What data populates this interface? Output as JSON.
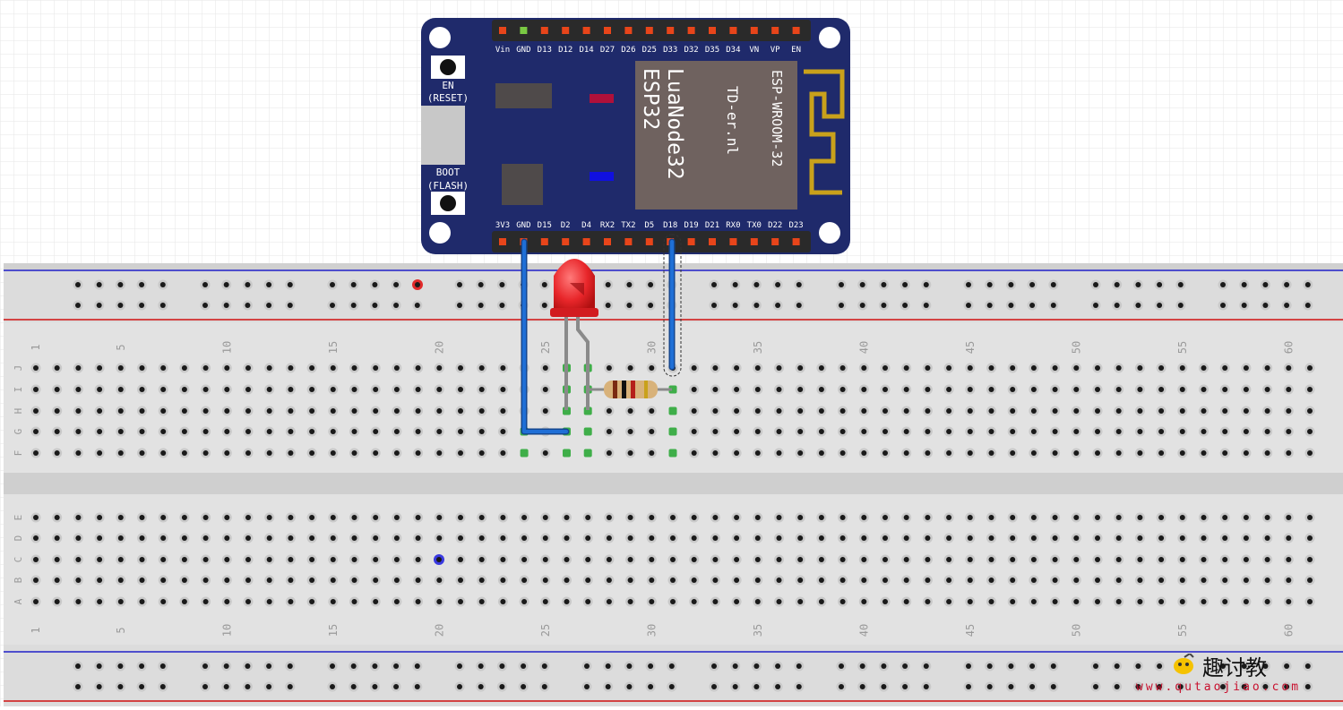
{
  "board": {
    "top_pins": [
      "Vin",
      "GND",
      "D13",
      "D12",
      "D14",
      "D27",
      "D26",
      "D25",
      "D33",
      "D32",
      "D35",
      "D34",
      "VN",
      "VP",
      "EN"
    ],
    "bottom_pins": [
      "3V3",
      "GND",
      "D15",
      "D2",
      "D4",
      "RX2",
      "TX2",
      "D5",
      "D18",
      "D19",
      "D21",
      "RX0",
      "TX0",
      "D22",
      "D23"
    ],
    "en_label": "EN",
    "reset_label": "(RESET)",
    "boot_label": "BOOT",
    "flash_label": "(FLASH)",
    "chip_line1": "LuaNode32",
    "chip_line2": "ESP32",
    "chip_line3": "TD-er.nl",
    "chip_line4": "ESP-WROOM-32",
    "color": "#1f2a6b",
    "shield_color": "#6f625f"
  },
  "breadboard": {
    "column_numbers": [
      "1",
      "5",
      "10",
      "15",
      "20",
      "25",
      "30",
      "35",
      "40",
      "45",
      "50",
      "55",
      "60"
    ],
    "rows_top": [
      "J",
      "I",
      "H",
      "G",
      "F"
    ],
    "rows_bottom": [
      "E",
      "D",
      "C",
      "B",
      "A"
    ],
    "rail_red": "#d01010",
    "rail_blue": "#1010d0"
  },
  "components": {
    "led_color": "#e8262a",
    "wire_color": "#1f6fd6",
    "resistor_body": "#d8b27a"
  },
  "watermark": {
    "text": "趣讨教",
    "url": "www.qutaojiao.com"
  }
}
